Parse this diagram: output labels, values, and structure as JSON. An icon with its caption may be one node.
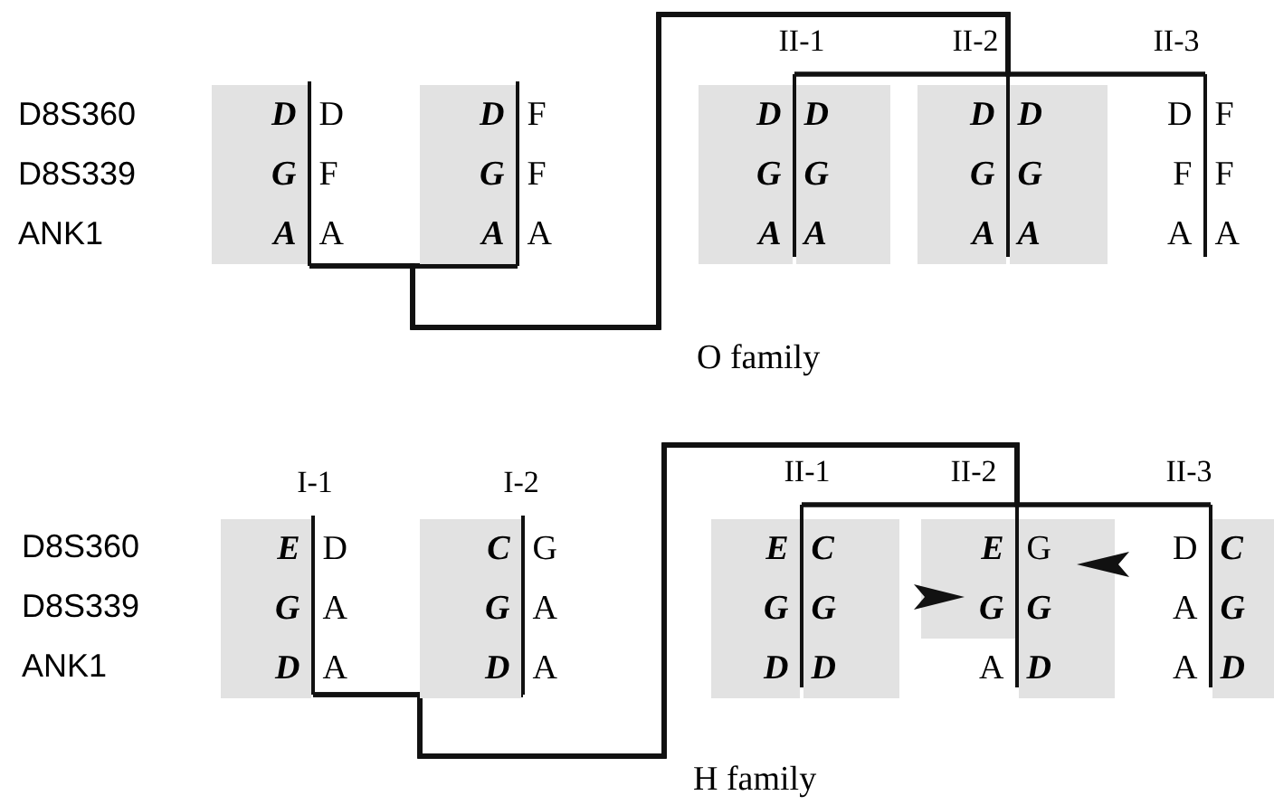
{
  "diagram": {
    "nodes": [
      {
        "text": [
          "D",
          "D",
          "G",
          "F",
          "A",
          "A"
        ]
      },
      {
        "text": [
          "D",
          "F",
          "G",
          "F",
          "A",
          "A"
        ]
      },
      {
        "text": [
          "D",
          "D",
          "G",
          "G",
          "A",
          "A"
        ],
        "beside": [
          "II-1"
        ]
      },
      {
        "text": [
          "D",
          "D",
          "G",
          "G",
          "A",
          "A"
        ],
        "beside": [
          "II-2"
        ]
      },
      {
        "text": [
          "D",
          "F",
          "F",
          "F",
          "A",
          "A"
        ],
        "beside": [
          "II-3"
        ]
      },
      {
        "text": [
          "E",
          "D",
          "G",
          "A",
          "D",
          "A"
        ],
        "beside": [
          "I-1"
        ]
      },
      {
        "text": [
          "C",
          "G",
          "G",
          "A",
          "D",
          "A"
        ],
        "beside": [
          "I-2"
        ]
      },
      {
        "text": [
          "E",
          "C",
          "G",
          "G",
          "D",
          "D"
        ],
        "beside": [
          "II-1"
        ]
      },
      {
        "text": [
          "E",
          "G",
          "G",
          "G",
          "A",
          "D"
        ],
        "beside": [
          "II-2"
        ]
      },
      {
        "text": [
          "D",
          "C",
          "A",
          "G",
          "A",
          "D"
        ],
        "beside": [
          "II-3"
        ]
      }
    ],
    "edges": [
      {
        "from": 0,
        "to": 1,
        "arrow": "none"
      },
      {
        "from": 0,
        "to": 2,
        "arrow": "none"
      },
      {
        "from": 0,
        "to": 3,
        "arrow": "none"
      },
      {
        "from": 0,
        "to": 4,
        "arrow": "none"
      },
      {
        "from": 1,
        "to": 2,
        "arrow": "none"
      },
      {
        "from": 1,
        "to": 3,
        "arrow": "none"
      },
      {
        "from": 1,
        "to": 4,
        "arrow": "none"
      },
      {
        "from": 5,
        "to": 6,
        "arrow": "none"
      },
      {
        "from": 5,
        "to": 7,
        "arrow": "none"
      },
      {
        "from": 5,
        "to": 8,
        "arrow": "none"
      },
      {
        "from": 5,
        "to": 9,
        "arrow": "none"
      },
      {
        "from": 6,
        "to": 7,
        "arrow": "none"
      },
      {
        "from": 6,
        "to": 8,
        "arrow": "none"
      },
      {
        "from": 6,
        "to": 9,
        "arrow": "none"
      }
    ],
    "labels": [
      "D8S360",
      "D8S339",
      "ANK1",
      "O family",
      "D8S360",
      "D8S339",
      "ANK1",
      "H family"
    ]
  }
}
